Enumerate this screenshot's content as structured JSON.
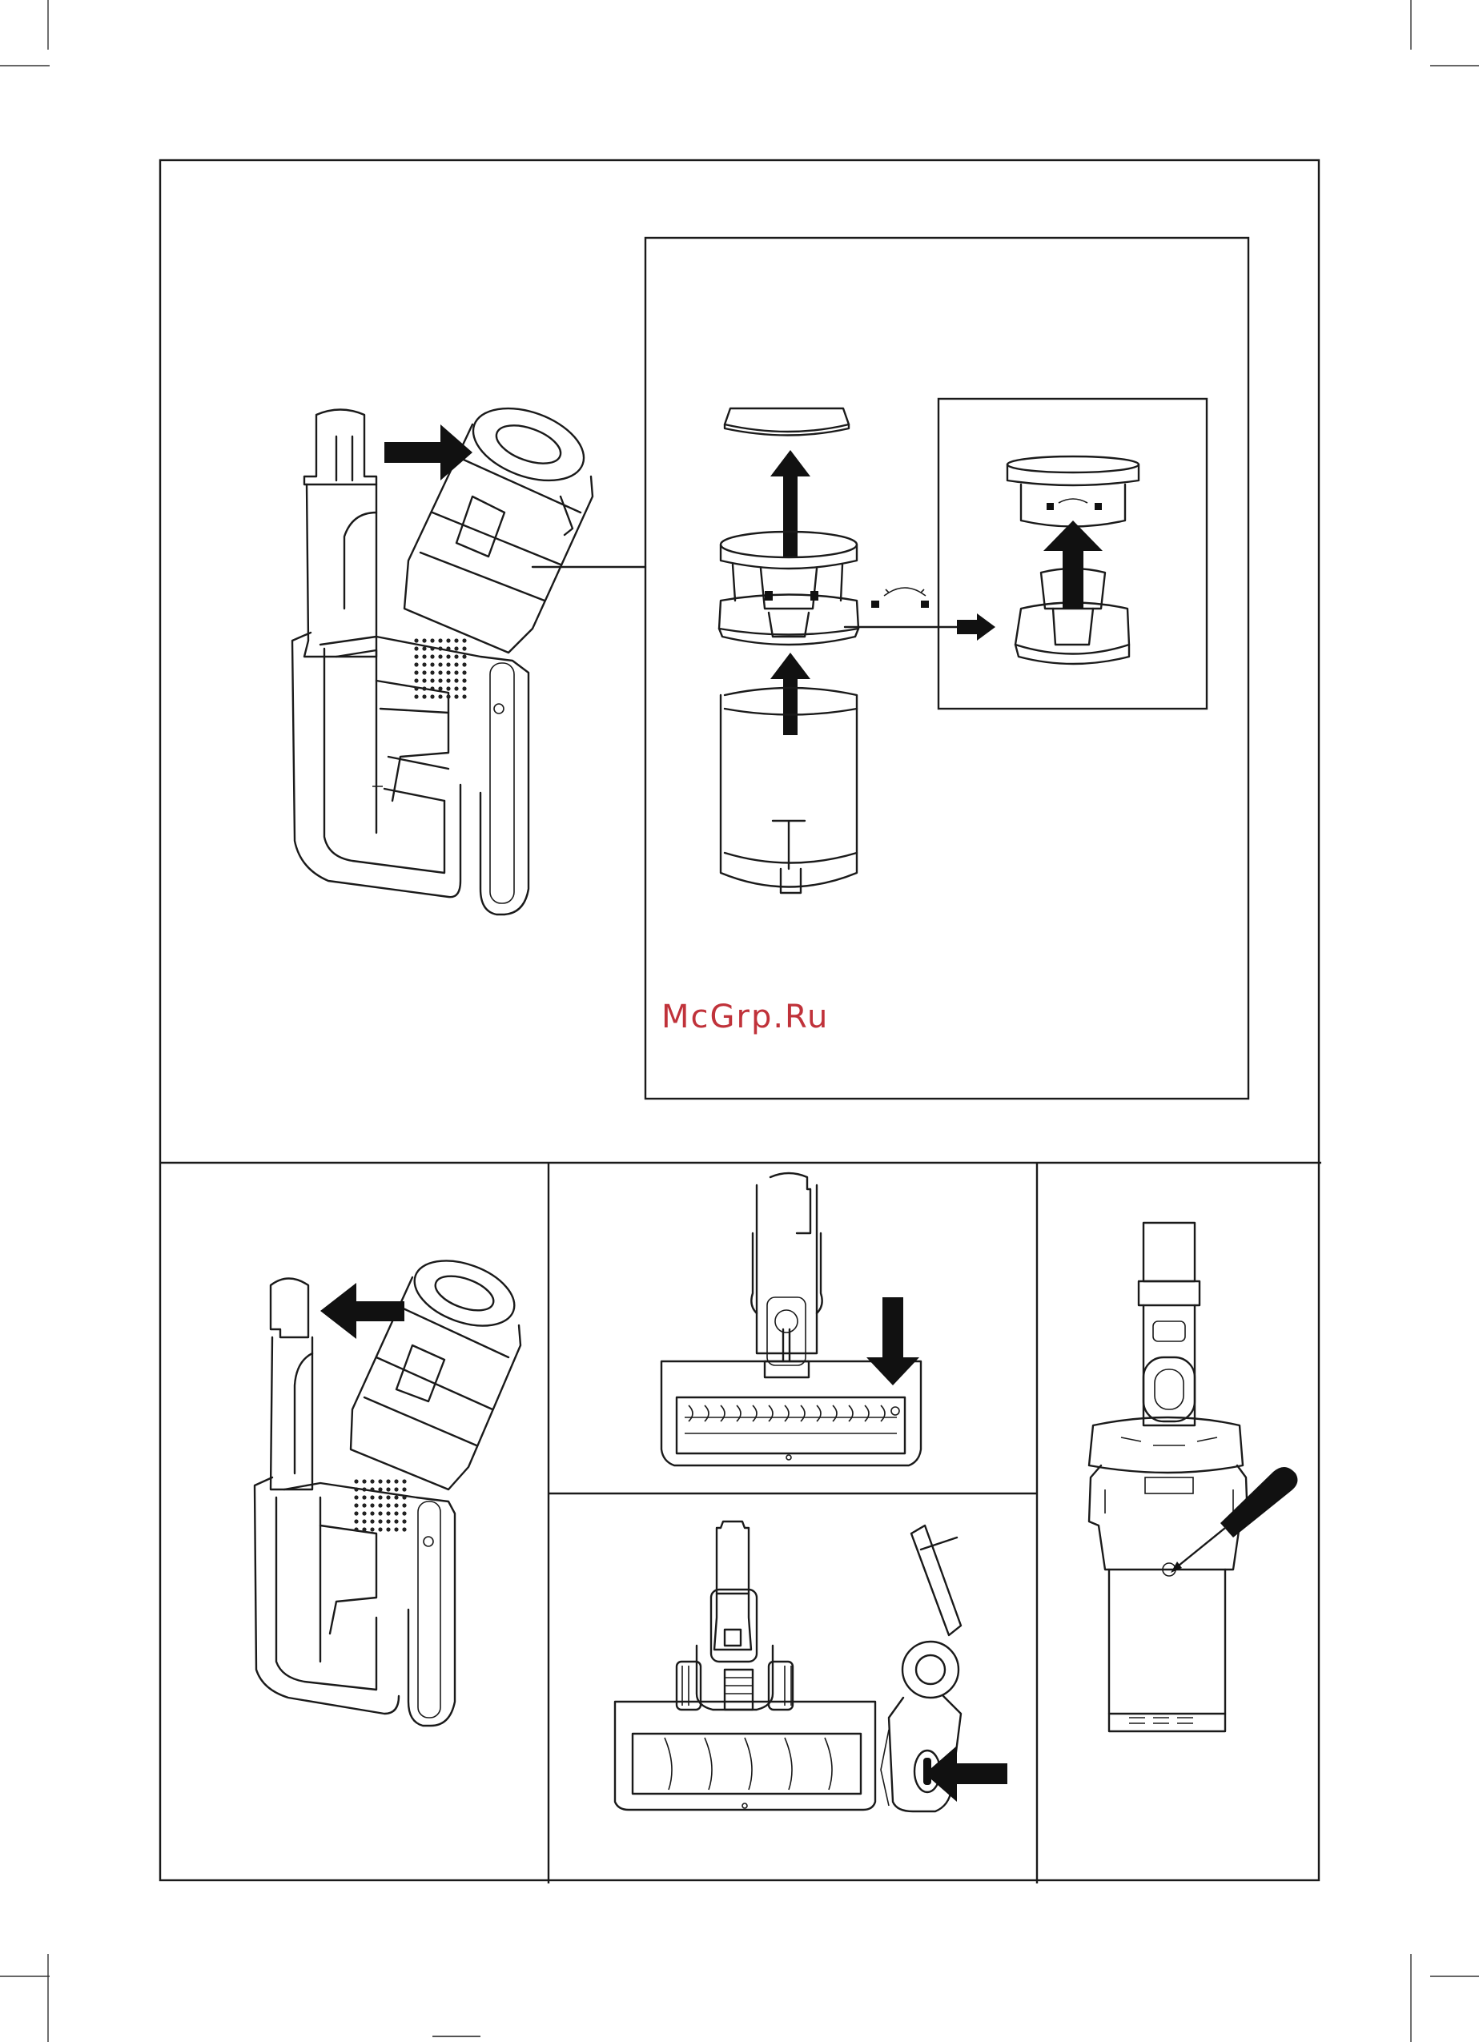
{
  "watermark": {
    "text": "McGrp.Ru",
    "color": "#c0323a"
  },
  "panels": [
    {
      "name": "dust-bin-removal-and-disassembly"
    },
    {
      "name": "dust-bin-attach"
    },
    {
      "name": "floor-brush-attach"
    },
    {
      "name": "floor-brush-release"
    },
    {
      "name": "handle-screw-fastening"
    }
  ],
  "icons": [
    "arrow-icon",
    "unlock-icon",
    "lock-icon",
    "rotate-icon",
    "screwdriver-icon"
  ]
}
